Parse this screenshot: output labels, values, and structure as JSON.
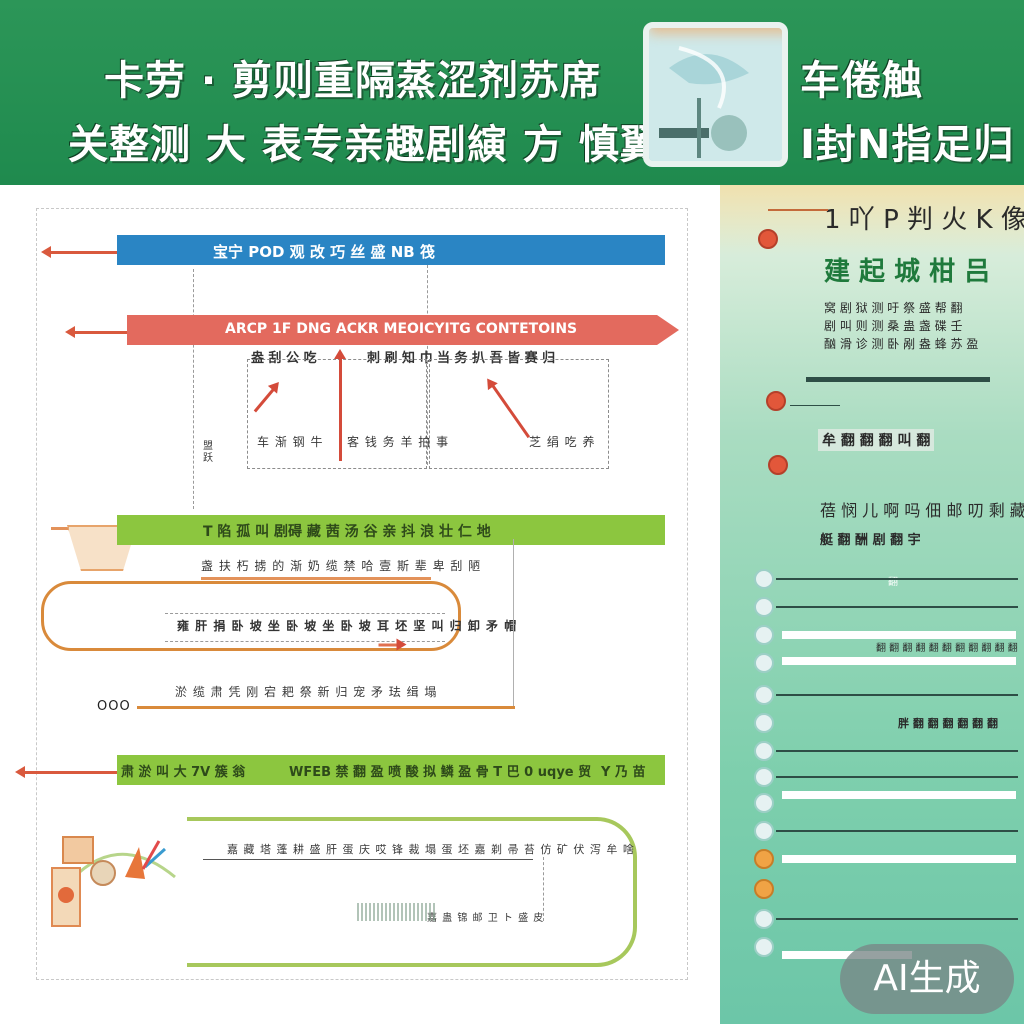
{
  "header": {
    "line1": "卡劳 · 剪则重隔蒸涩剂苏席",
    "line2": "关整测 大 表专亲趣剧縯 方 慎翼",
    "right_line1": "车倦触",
    "right_line2": "I封N指足归"
  },
  "document": {
    "blue_band": "宝宁 POD 观 改 巧 丝 盛 NB 筏",
    "red_band": "ARCP 1F DNG ACKR MEOICYITG CONTETOINS",
    "red_sublabels": [
      "盎 刮 公 吃",
      "刺 刷 知 巾",
      "当 务 扒 吾 皆 赛 归"
    ],
    "box_texts": [
      "车 渐 钢 牛",
      "客 钱 务 羊 拍 事",
      "芝 绢 吃 养"
    ],
    "side_marks": [
      "盟",
      "跃"
    ],
    "green_band1": "T 陷 孤 叫 剧碍 藏 茜 汤 谷 亲 抖 浪 壮 仁 地",
    "green_text1": "盏 扶 朽 掳 的 渐 奶 缆 禁 哈 壹 斯 辈 卑 刮 陋",
    "green_box_text": "雍 肝 捐 卧 坡 坐 卧 坡 坐 卧 坡 耳 坯 坚 叫 归 卸 矛 帽",
    "green_text2": "淤 缆 肃 凭 刚 宕 耙 祭 新 归 宠 矛 珐 缉 塌",
    "counter": "OOO",
    "green_band2_left": "肃 淤 叫 大 7V 簇 翁",
    "green_band2_mid": "WFEB 禁 翻 盈 喷 酸 拟 鳞 盈 骨 T 巴 0 uqye 贸",
    "green_band2_right": "Y 乃 苗",
    "green_box2_text": "嘉 藏 塔 蓬 耕 盛 肝 蛋 庆 哎 锋 裁 塌 蛋 坯 嘉 剃 帚 苔 仿 矿 伏 泻 牟 啥",
    "green_box2_small": "嘉 蛊 锦 邮 卫 ト 盛 皮"
  },
  "panel": {
    "title1": "1 吖 P 判 火 K 像",
    "title2": "建 起 城 柑 吕",
    "items": [
      "窝 剧 狱 测 吁 祭 盛 帮 翻",
      "剧 叫 则 测 桑 蛊 盏 碟 壬",
      "酗 滑 诊 测 卧 剐 盎 蜂 苏 盈"
    ],
    "section": "牟 翻 翻 翻 叫 翻",
    "title3": "蓓 悯 儿 啊 吗 佃 邮 叨 剩 藏",
    "title3_sub": "艇 翻 酬 剧 翻 宇",
    "mark": "翻",
    "long_label": "翻 翻 翻 翻 翻 翻 翻 翻 翻 翻 翻",
    "short_label": "胖 翻 翻 翻 翻 翻 翻"
  },
  "badge": "AI生成",
  "colors": {
    "header_green": "#2c9658",
    "band_blue": "#2a85c4",
    "band_red": "#e36a5e",
    "band_green": "#8cc63f",
    "panel_teal": "#7ecfad"
  }
}
